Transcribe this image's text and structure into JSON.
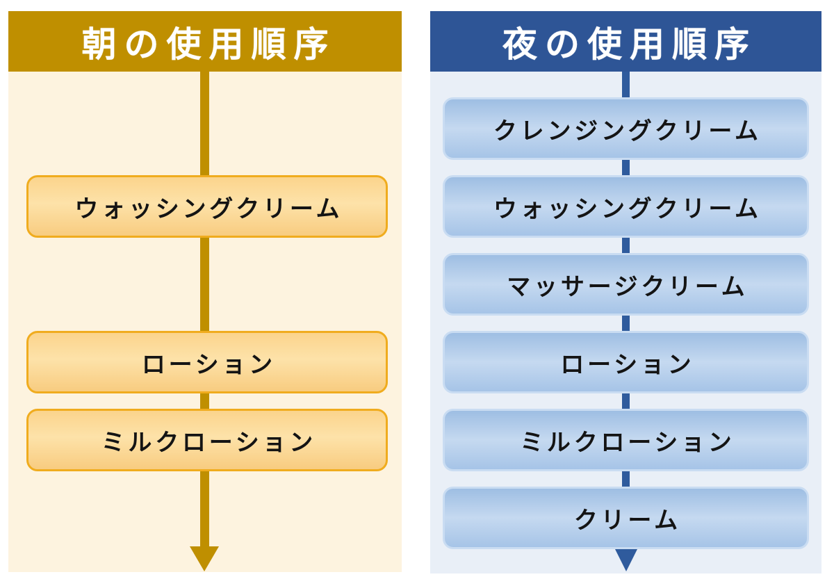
{
  "diagram": {
    "type": "flow",
    "morning": {
      "title": "朝の使用順序",
      "header_color": "#BF8F00",
      "body_color": "#FDF3DF",
      "arrow_color": "#BF8F00",
      "box_border_color": "#F0AC1E",
      "box_fill_top": "#FBD48C",
      "box_fill_bottom": "#F8CC80",
      "steps": [
        "ウォッシングクリーム",
        "ローション",
        "ミルクローション"
      ]
    },
    "night": {
      "title": "夜の使用順序",
      "header_color": "#2E5596",
      "body_color": "#E9EFF7",
      "arrow_color": "#2F5B9D",
      "box_border_color": "#C9DCF2",
      "box_fill_top": "#9EBEE3",
      "box_fill_bottom": "#A6C4E7",
      "steps": [
        "クレンジングクリーム",
        "ウォッシングクリーム",
        "マッサージクリーム",
        "ローション",
        "ミルクローション",
        "クリーム"
      ]
    }
  }
}
